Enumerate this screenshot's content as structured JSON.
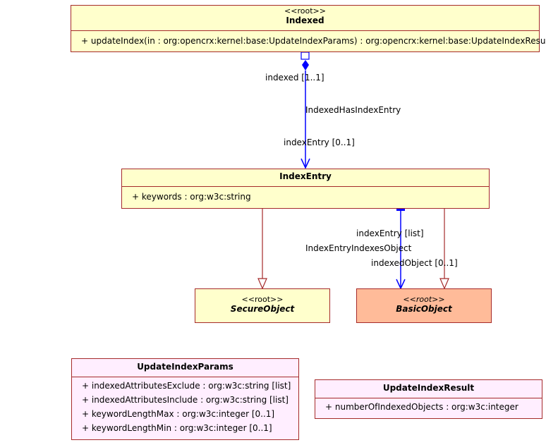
{
  "classes": {
    "indexed": {
      "stereotype": "<<root>>",
      "name": "Indexed",
      "operations": [
        "+ updateIndex(in : org:opencrx:kernel:base:UpdateIndexParams) : org:opencrx:kernel:base:UpdateIndexResult"
      ]
    },
    "index_entry": {
      "name": "IndexEntry",
      "attributes": [
        "+ keywords : org:w3c:string"
      ]
    },
    "secure_object": {
      "stereotype": "<<root>>",
      "name": "SecureObject"
    },
    "basic_object": {
      "stereotype": "<<root>>",
      "name": "BasicObject"
    },
    "update_index_params": {
      "name": "UpdateIndexParams",
      "attributes": [
        "+ indexedAttributesExclude : org:w3c:string [list]",
        "+ indexedAttributesInclude : org:w3c:string [list]",
        "+ keywordLengthMax : org:w3c:integer [0..1]",
        "+ keywordLengthMin : org:w3c:integer [0..1]"
      ]
    },
    "update_index_result": {
      "name": "UpdateIndexResult",
      "attributes": [
        "+ numberOfIndexedObjects : org:w3c:integer"
      ]
    }
  },
  "associations": {
    "indexed_has_index_entry": {
      "name": "IndexedHasIndexEntry",
      "source_role": "indexed [1..1]",
      "target_role": "indexEntry [0..1]"
    },
    "index_entry_indexes_object": {
      "name": "IndexEntryIndexesObject",
      "source_role": "indexEntry [list]",
      "target_role": "indexedObject [0..1]"
    }
  },
  "colors": {
    "class_border": "#a52a2a",
    "class_fill": "#ffffcc",
    "root_highlight_fill": "#ffbb99",
    "struct_fill": "#ffeeff",
    "association_line": "#0000ff",
    "generalization_line": "#a52a2a"
  }
}
